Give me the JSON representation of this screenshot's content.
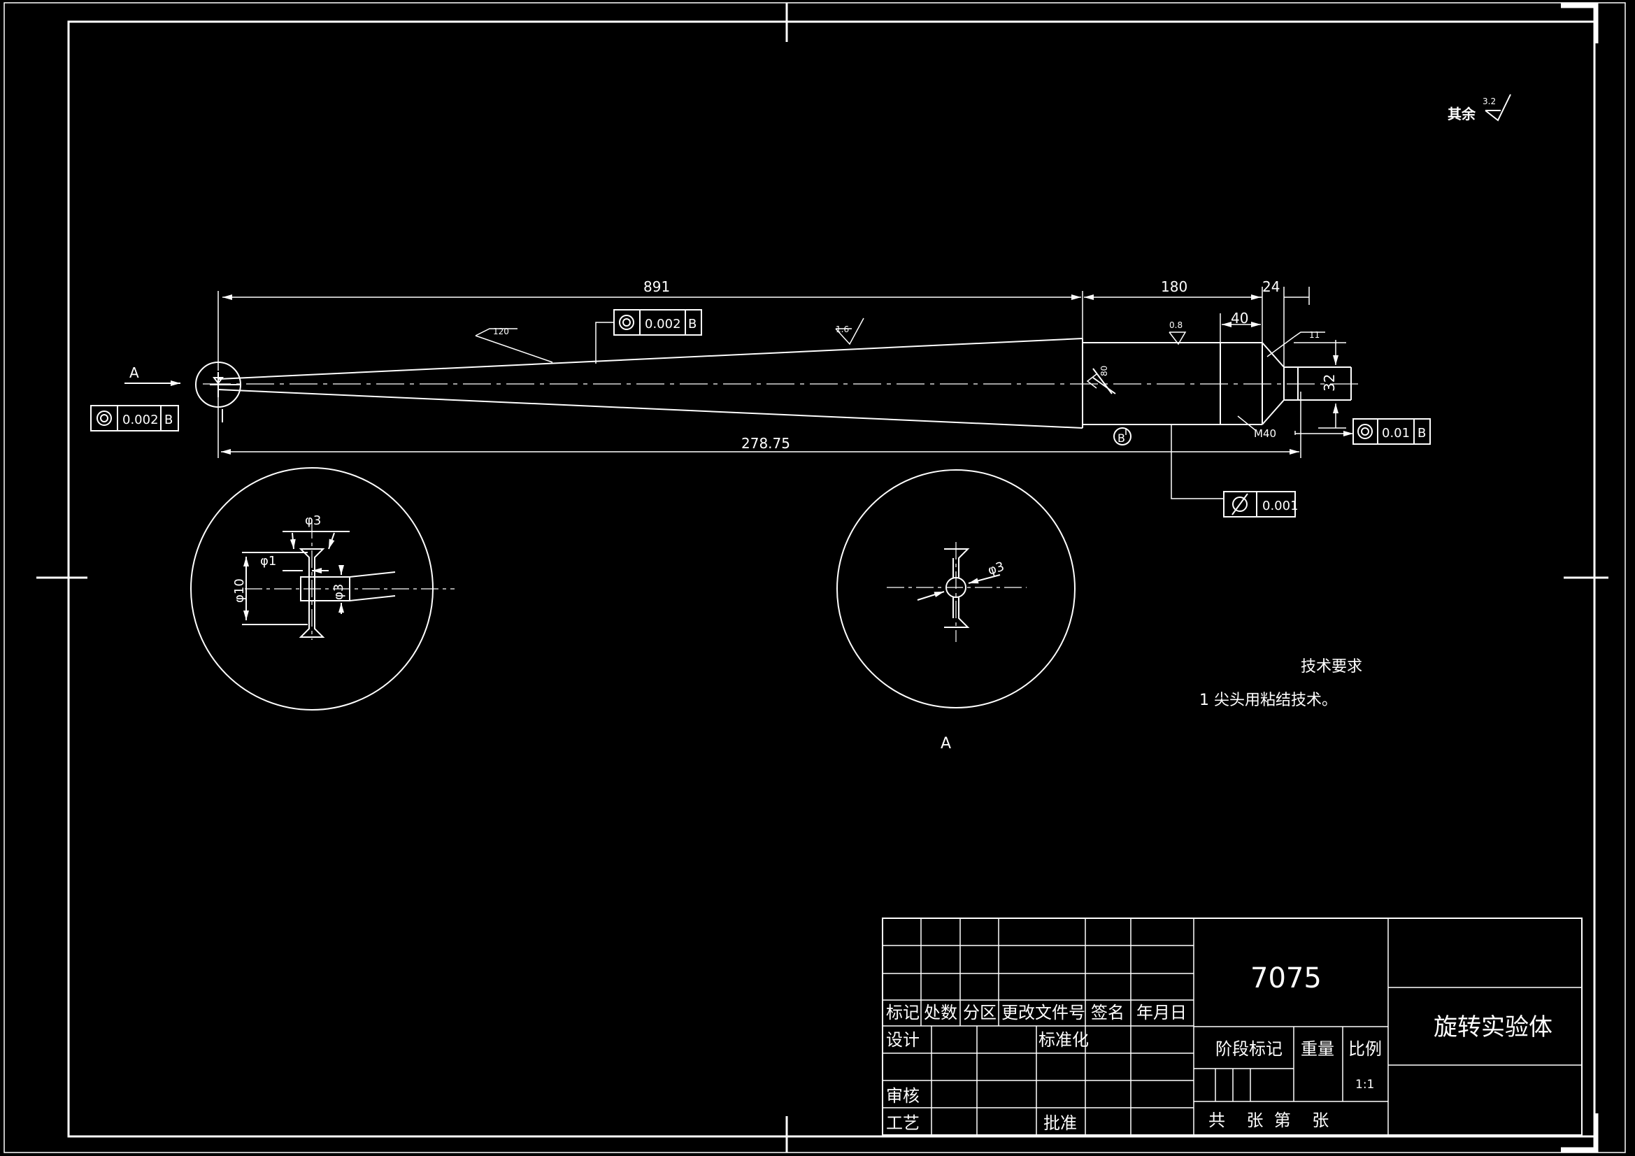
{
  "roughness": {
    "label": "其余",
    "value": "3.2"
  },
  "dims": {
    "d891": "891",
    "d180": "180",
    "d24": "24",
    "d40": "40",
    "d27875": "278.75",
    "d32": "32",
    "m40": "M40",
    "ang120": "120",
    "ang11": "11",
    "ang80": "80",
    "r16": "1.6",
    "r08": "0.8"
  },
  "tolerances": {
    "conc_top": {
      "value": "0.002",
      "datum": "B"
    },
    "conc_left": {
      "value": "0.002",
      "datum": "B"
    },
    "conc_right": {
      "value": "0.01",
      "datum": "B"
    },
    "cyl": {
      "value": "0.001"
    }
  },
  "datum_b": "B",
  "view_a": {
    "arrow_label": "A",
    "view_label": "A"
  },
  "detail_left": {
    "d3_top": "φ3",
    "d1": "φ1",
    "d10": "φ10",
    "d3_side": "φ3"
  },
  "detail_right": {
    "d3": "φ3"
  },
  "tech_req": {
    "title": "技术要求",
    "item1": "1  尖头用粘结技术。"
  },
  "title_block": {
    "material": "7075",
    "part_name": "旋转实验体",
    "headers": [
      "标记",
      "处数",
      "分区",
      "更改文件号",
      "签名",
      "年月日"
    ],
    "design": "设计",
    "standard": "标准化",
    "review": "审核",
    "process": "工艺",
    "approve": "批准",
    "stage": "阶段标记",
    "weight": "重量",
    "scale_label": "比例",
    "scale": "1:1",
    "sheets": "共    张  第    张"
  }
}
